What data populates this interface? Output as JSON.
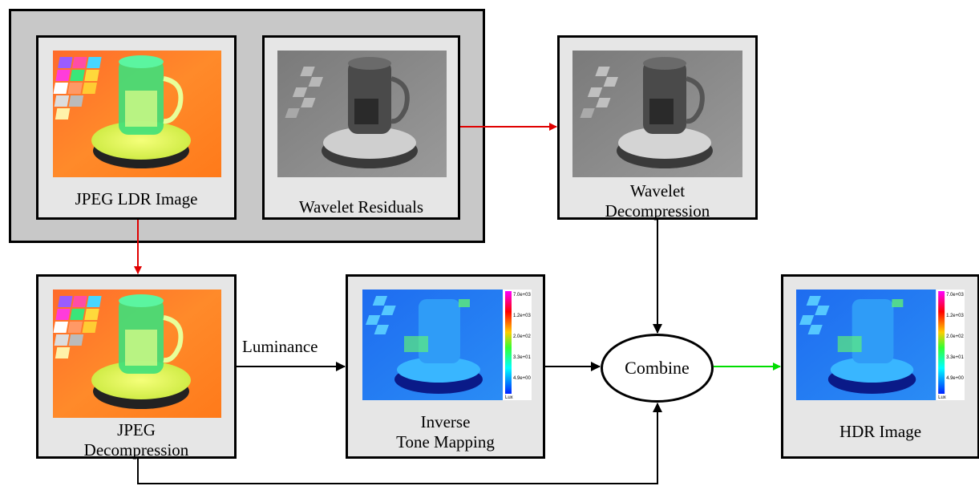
{
  "boxes": {
    "jpeg_ldr": "JPEG LDR Image",
    "wavelet_residuals": "Wavelet Residuals",
    "wavelet_decompression": [
      "Wavelet",
      "Decompression"
    ],
    "jpeg_decompression": [
      "JPEG",
      "Decompression"
    ],
    "inverse_tone_mapping": [
      "Inverse",
      "Tone Mapping"
    ],
    "hdr_image": "HDR Image"
  },
  "combine": "Combine",
  "edge_label_luminance": "Luminance",
  "legend_ticks": [
    "7.0e+03",
    "1.2e+03",
    "2.0e+02",
    "3.3e+01",
    "4.9e+00",
    "Lux"
  ],
  "colors": {
    "red_arrow": "#e00000",
    "green_arrow": "#00dd00",
    "black_arrow": "#000000"
  }
}
